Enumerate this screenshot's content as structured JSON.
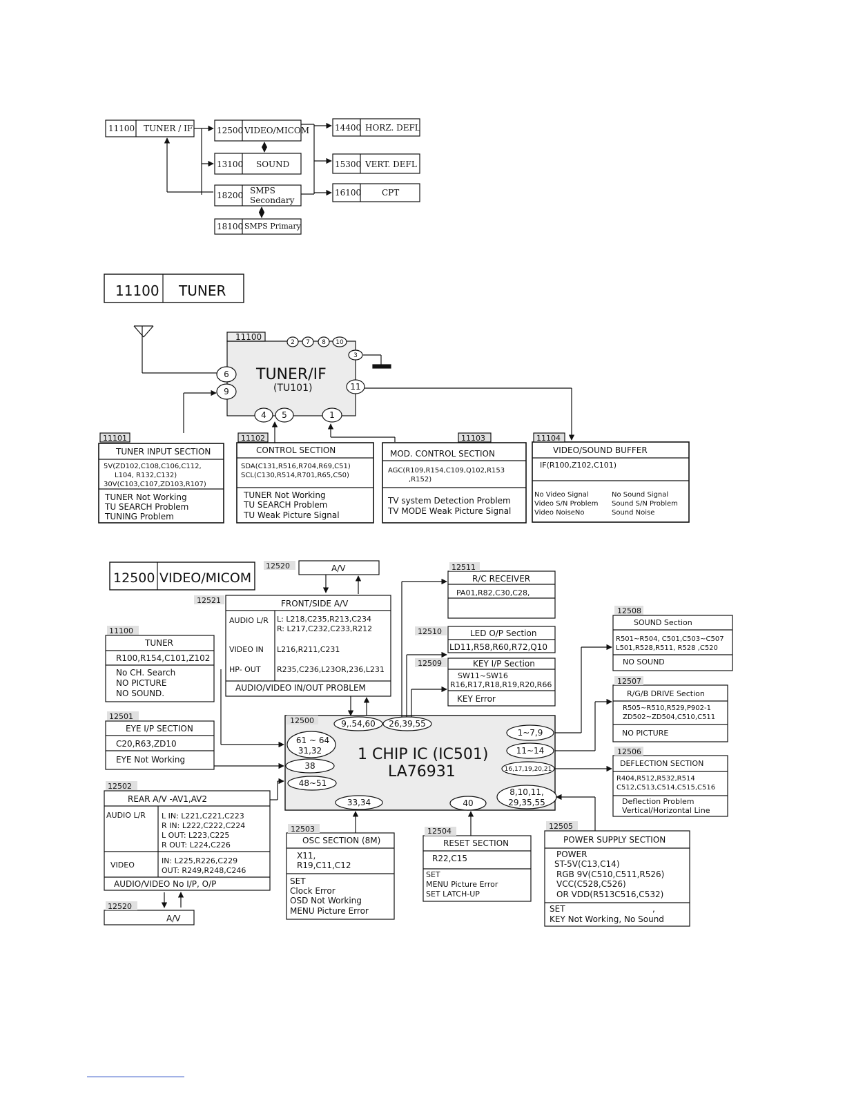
{
  "overview": {
    "tuner": {
      "code": "11100",
      "label": "TUNER / IF"
    },
    "video": {
      "code": "12500",
      "label": "VIDEO/MICOM"
    },
    "sound": {
      "code": "13100",
      "label": "SOUND"
    },
    "smps2": {
      "code": "18200",
      "label1": "SMPS",
      "label2": "Secondary"
    },
    "smps1": {
      "code": "18100",
      "label": "SMPS Primary"
    },
    "horz": {
      "code": "14400",
      "label": "HORZ. DEFL"
    },
    "vert": {
      "code": "15300",
      "label": "VERT. DEFL"
    },
    "cpt": {
      "code": "16100",
      "label": "CPT"
    }
  },
  "tuner_title": {
    "code": "11100",
    "label": "TUNER"
  },
  "tuner_diagram": {
    "module_code": "11100",
    "title": "TUNER/IF",
    "subtitle": "(TU101)",
    "pins": {
      "p2": "2",
      "p7": "7",
      "p8": "8",
      "p10": "10",
      "p3": "3",
      "p6": "6",
      "p9": "9",
      "p11": "11",
      "p4": "4",
      "p5": "5",
      "p1": "1"
    },
    "input": {
      "code": "11101",
      "title": "TUNER INPUT SECTION",
      "parts": [
        "5V(ZD102,C108,C106,C112,",
        "L104, R132,C132)",
        "30V(C103,C107,ZD103,R107)"
      ],
      "symptoms": [
        "TUNER Not Working",
        "TU SEARCH Problem",
        "TUNING Problem"
      ]
    },
    "control": {
      "code": "11102",
      "title": "CONTROL SECTION",
      "parts": [
        "SDA(C131,R516,R704,R69,C51)",
        "SCL(C130,R514,R701,R65,C50)"
      ],
      "symptoms": [
        "TUNER Not Working",
        "TU SEARCH Problem",
        "TU Weak Picture Signal"
      ]
    },
    "mod": {
      "code": "11103",
      "title": "MOD. CONTROL SECTION",
      "parts": [
        "AGC(R109,R154,C109,Q102,R153",
        ",R152)"
      ],
      "symptoms": [
        "TV system Detection Problem",
        "TV MODE Weak Picture Signal"
      ]
    },
    "buffer": {
      "code": "11104",
      "title": "VIDEO/SOUND  BUFFER",
      "parts": [
        "IF(R100,Z102,C101)"
      ],
      "symptoms_left": [
        "No Video Signal",
        "Video S/N Problem",
        "Video NoiseNo"
      ],
      "symptoms_right": [
        "No Sound Signal",
        "Sound S/N Problem",
        "Sound Noise"
      ]
    }
  },
  "video_title": {
    "code": "12500",
    "label": "VIDEO/MICOM"
  },
  "video_diagram": {
    "chip": {
      "code": "12500",
      "title": "1 CHIP IC (IC501)",
      "subtitle": "LA76931"
    },
    "pins": {
      "top1": "9,.54,60",
      "top2": "26,39,55",
      "left1a": "61 ~ 64",
      "left1b": "31,32",
      "left2": "38",
      "left3": "48~51",
      "right1": "1~7,9",
      "right2": "11~14",
      "right3": "16,17,19,20,21",
      "right4a": "8,10,11,",
      "right4b": "29,35,55",
      "bottom1": "33,34",
      "bottom2": "40"
    },
    "av_top": {
      "code": "12520",
      "label": "A/V"
    },
    "front": {
      "code": "12521",
      "title": "FRONT/SIDE  A/V",
      "rows": [
        {
          "label": "AUDIO L/R",
          "value1": "L: L218,C235,R213,C234",
          "value2": "R: L217,C232,C233,R212"
        },
        {
          "label": "VIDEO IN",
          "value1": "L216,R211,C231",
          "value2": ""
        },
        {
          "label": "HP- OUT",
          "value1": "R235,C236,L23OR,236,L231",
          "value2": ""
        }
      ],
      "footer": "AUDIO/VIDEO IN/OUT PROBLEM"
    },
    "tuner": {
      "code": "11100",
      "title": "TUNER",
      "parts": "R100,R154,C101,Z102",
      "symptoms": [
        "No CH. Search",
        "NO PICTURE",
        "NO SOUND."
      ]
    },
    "eye": {
      "code": "12501",
      "title": "EYE I/P SECTION",
      "parts": "C20,R63,ZD10",
      "symptom": "EYE Not Working"
    },
    "rear": {
      "code": "12502",
      "title": "REAR A/V -AV1,AV2",
      "audio_label": "AUDIO L/R",
      "audio_lines": [
        "L IN: L221,C221,C223",
        "R IN: L222,C222,C224",
        "L OUT: L223,C225",
        "R OUT: L224,C226"
      ],
      "video_label": "VIDEO",
      "video_lines": [
        "IN: L225,R226,C229",
        "OUT: R249,R248,C246"
      ],
      "footer": "AUDIO/VIDEO No I/P, O/P"
    },
    "av_bottom": {
      "code": "12520",
      "label": "A/V"
    },
    "osc": {
      "code": "12503",
      "title": "OSC SECTION (8M)",
      "parts": [
        "X11,",
        "R19,C11,C12"
      ],
      "symptoms": [
        "SET",
        "Clock Error",
        "OSD Not Working",
        "MENU Picture Error"
      ]
    },
    "reset": {
      "code": "12504",
      "title": "RESET SECTION",
      "parts": "R22,C15",
      "symptoms": [
        "SET",
        "MENU Picture Error",
        "SET LATCH-UP"
      ]
    },
    "power": {
      "code": "12505",
      "title": "POWER SUPPLY SECTION",
      "parts": [
        "POWER",
        "ST-5V(C13,C14)",
        "RGB 9V(C510,C511,R526)",
        "VCC(C528,C526)",
        "OR VDD(R513C516,C532)"
      ],
      "symptoms": [
        "SET",
        ",",
        "KEY Not Working, No Sound"
      ]
    },
    "rc": {
      "code": "12511",
      "title": "R/C RECEIVER",
      "parts": "PA01,R82,C30,C28,"
    },
    "led": {
      "code": "12510",
      "title": "LED O/P Section",
      "parts": "LD11,R58,R60,R72,Q10"
    },
    "key": {
      "code": "12509",
      "title": "KEY I/P Section",
      "parts": [
        "SW11~SW16",
        "R16,R17,R18,R19,R20,R66"
      ],
      "symptom": "KEY Error"
    },
    "sound": {
      "code": "12508",
      "title": "SOUND Section",
      "parts": [
        "R501~R504, C501,C503~C507",
        "L501,R528,R511, R528 ,C520"
      ],
      "symptom": "NO SOUND"
    },
    "rgb": {
      "code": "12507",
      "title": "R/G/B DRIVE Section",
      "parts": [
        "R505~R510,R529,P902-1",
        "ZD502~ZD504,C510,C511"
      ],
      "symptom": "NO PICTURE"
    },
    "defl": {
      "code": "12506",
      "title": "DEFLECTION SECTION",
      "parts": [
        "R404,R512,R532,R514",
        "C512,C513,C514,C515,C516"
      ],
      "symptoms": [
        "Deflection Problem",
        "Vertical/Horizontal Line"
      ]
    }
  }
}
